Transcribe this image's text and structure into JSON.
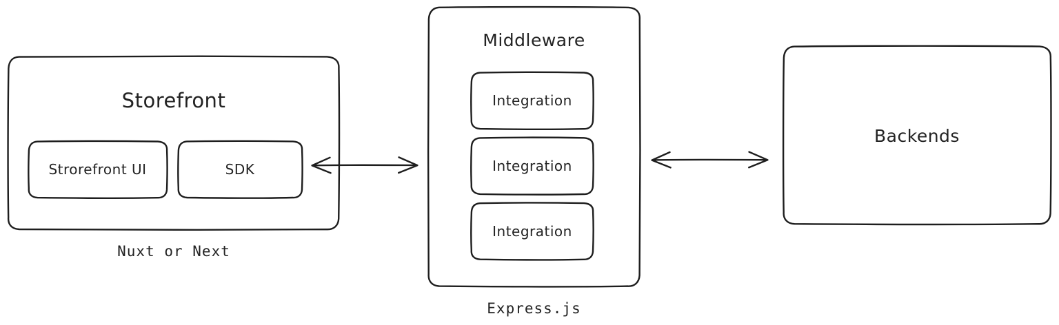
{
  "diagram": {
    "type": "architecture-flow",
    "background_color": "#ffffff",
    "stroke_color": "#1e1e1e",
    "text_color": "#232323",
    "style": "hand-drawn",
    "nodes": [
      {
        "id": "storefront",
        "title": "Storefront",
        "caption": "Nuxt or Next",
        "children": [
          {
            "id": "storefront-ui",
            "label": "Strorefront UI"
          },
          {
            "id": "sdk",
            "label": "SDK"
          }
        ]
      },
      {
        "id": "middleware",
        "title": "Middleware",
        "caption": "Express.js",
        "children": [
          {
            "id": "integration-1",
            "label": "Integration"
          },
          {
            "id": "integration-2",
            "label": "Integration"
          },
          {
            "id": "integration-3",
            "label": "Integration"
          }
        ]
      },
      {
        "id": "backends",
        "title": "Backends",
        "caption": "",
        "children": []
      }
    ],
    "connectors": [
      {
        "id": "storefront-middleware",
        "from": "storefront",
        "to": "middleware",
        "direction": "bidirectional"
      },
      {
        "id": "middleware-backends",
        "from": "middleware",
        "to": "backends",
        "direction": "bidirectional"
      }
    ]
  }
}
